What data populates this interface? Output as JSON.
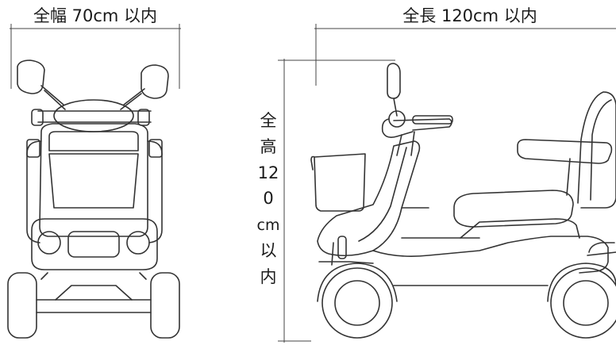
{
  "labels": {
    "width": "全幅 70cm 以内",
    "length": "全長 120cm 以内",
    "height_chars": [
      "全",
      "高",
      "12",
      "0",
      "cm",
      "以",
      "内"
    ]
  },
  "colors": {
    "line": "#333333",
    "text": "#1a1a1a",
    "background": "#ffffff"
  }
}
